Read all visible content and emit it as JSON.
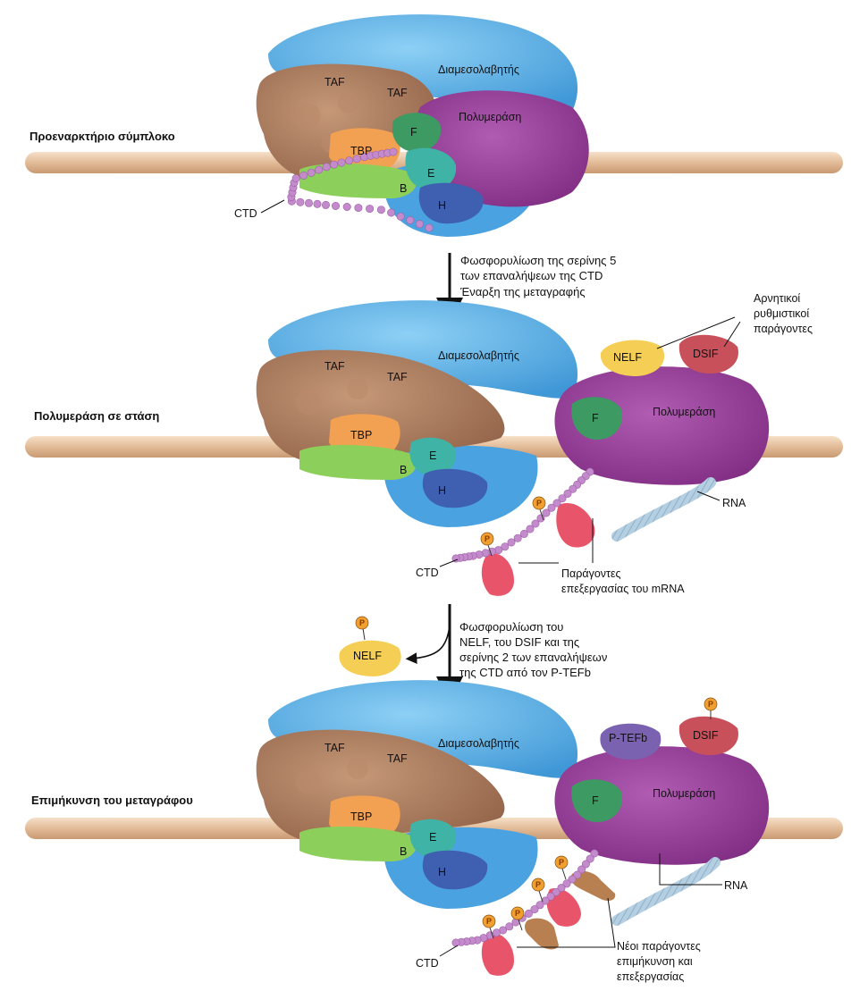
{
  "colors": {
    "mediator": "#5aaee6",
    "taf": "#a8785a",
    "polymerase": "#9a3f9c",
    "tbp": "#f0a050",
    "tfb": "#8ccf5a",
    "tfe": "#3fb3a6",
    "tfh": "#3f5fb0",
    "tff": "#3c9a62",
    "dna": "#e8c7a6",
    "ctd_bead": "#c48bcc",
    "nelf": "#f5cf55",
    "dsif": "#c8505a",
    "ptefb": "#7a62b0",
    "processing": "#e8556a",
    "elongation": "#b88050",
    "phosphate": "#f0a030",
    "rna": "#a9c6dc"
  },
  "stages": [
    {
      "title": "Προεναρκτήριο σύμπλοκο",
      "mediator": "Διαμεσολαβητής",
      "taf1": "TAF",
      "taf2": "TAF",
      "polymerase": "Πολυμεράση",
      "tbp": "TBP",
      "f": "F",
      "e": "E",
      "b": "B",
      "h": "H",
      "ctd": "CTD"
    },
    {
      "title": "Πολυμεράση σε στάση",
      "mediator": "Διαμεσολαβητής",
      "taf1": "TAF",
      "taf2": "TAF",
      "polymerase": "Πολυμεράση",
      "tbp": "TBP",
      "f": "F",
      "e": "E",
      "b": "B",
      "h": "H",
      "ctd": "CTD",
      "nelf": "NELF",
      "dsif": "DSIF",
      "negative_line1": "Αρνητικοί",
      "negative_line2": "ρυθμιστικοί",
      "negative_line3": "παράγοντες",
      "rna": "RNA",
      "processing_line1": "Παράγοντες",
      "processing_line2": "επεξεργασίας του mRNA",
      "phosphate": "P"
    },
    {
      "title": "Επιμήκυνση του μεταγράφου",
      "mediator": "Διαμεσολαβητής",
      "taf1": "TAF",
      "taf2": "TAF",
      "polymerase": "Πολυμεράση",
      "tbp": "TBP",
      "f": "F",
      "e": "E",
      "b": "B",
      "h": "H",
      "ctd": "CTD",
      "ptefb": "P-TEFb",
      "dsif": "DSIF",
      "rna": "RNA",
      "new_line1": "Νέοι παράγοντες",
      "new_line2": "επιμήκυνση και",
      "new_line3": "επεξεργασίας",
      "phosphate": "P"
    }
  ],
  "transitions": [
    {
      "line1": "Φωσφορυλίωση της σερίνης 5",
      "line2": "των επαναλήψεων της CTD",
      "line3": "Έναρξη της μεταγραφής"
    },
    {
      "line1": "Φωσφορυλίωση του",
      "line2": "NELF, του DSIF και της",
      "line3": "σερίνης 2 των επαναλήψεων",
      "line4": "της CTD από τον P-TEFb",
      "released": "NELF",
      "phosphate": "P"
    }
  ]
}
